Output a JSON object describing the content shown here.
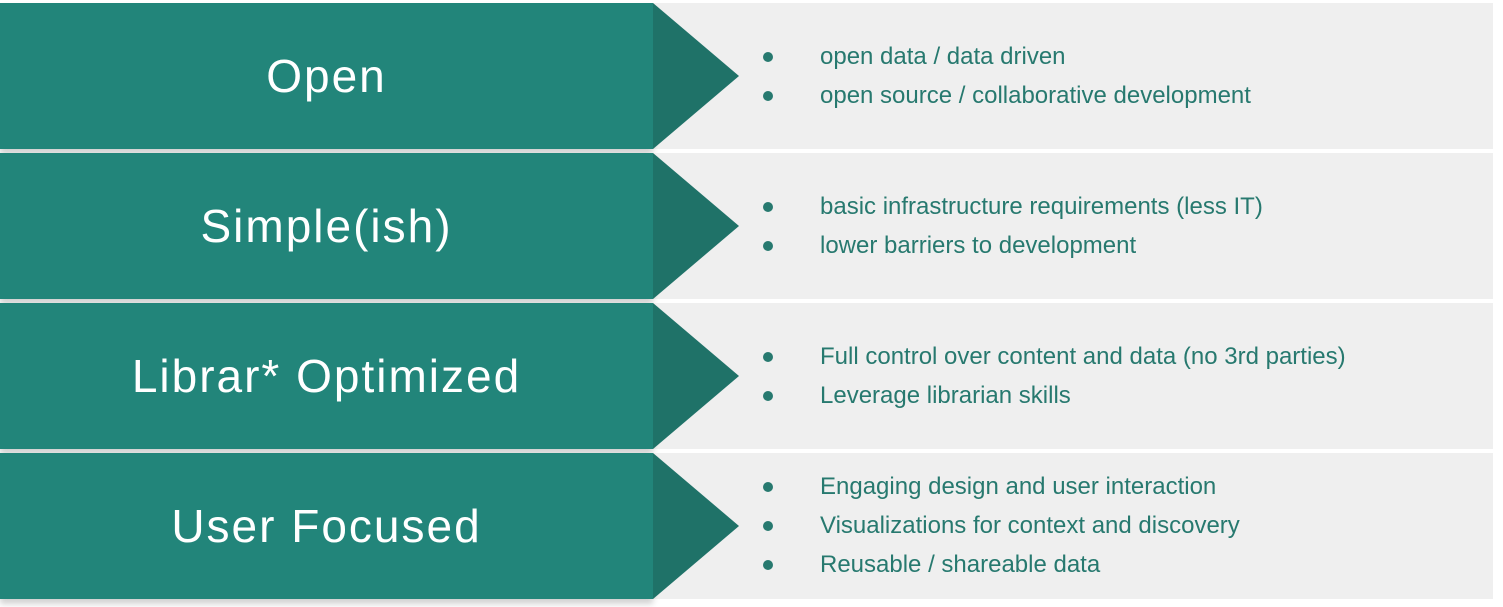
{
  "slide": {
    "rows": [
      {
        "title": "Open",
        "bullets": [
          "open data / data driven",
          "open source / collaborative development"
        ]
      },
      {
        "title": "Simple(ish)",
        "bullets": [
          "basic infrastructure requirements (less IT)",
          "lower barriers to development"
        ]
      },
      {
        "title": "Librar* Optimized",
        "bullets": [
          "Full control over content and data (no 3rd parties)",
          "Leverage librarian skills"
        ]
      },
      {
        "title": "User Focused",
        "bullets": [
          "Engaging design and user interaction",
          "Visualizations for context and discovery",
          "Reusable / shareable data"
        ]
      }
    ],
    "colors": {
      "banner_body": "#22857A",
      "banner_head": "#1F7268",
      "bullet_text": "#27796F",
      "panel": "#EFEFEF",
      "bg": "#FFFFFF",
      "title_text": "#FFFFFF"
    }
  }
}
